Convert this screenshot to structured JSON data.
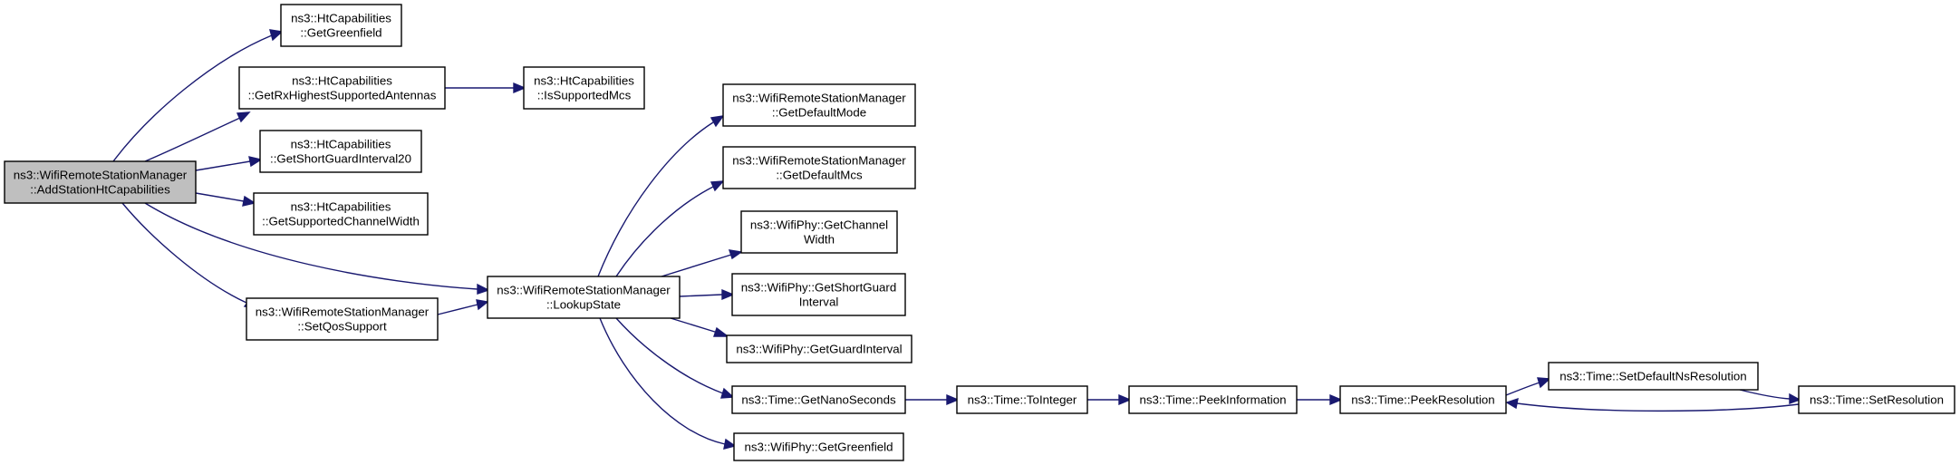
{
  "diagram": {
    "type": "call-graph",
    "nodes": [
      {
        "id": "n0",
        "lines": [
          "ns3::WifiRemoteStationManager",
          "::AddStationHtCapabilities"
        ],
        "highlighted": true
      },
      {
        "id": "n1",
        "lines": [
          "ns3::HtCapabilities",
          "::GetGreenfield"
        ]
      },
      {
        "id": "n2",
        "lines": [
          "ns3::HtCapabilities",
          "::GetRxHighestSupportedAntennas"
        ]
      },
      {
        "id": "n3",
        "lines": [
          "ns3::HtCapabilities",
          "::IsSupportedMcs"
        ]
      },
      {
        "id": "n4",
        "lines": [
          "ns3::HtCapabilities",
          "::GetShortGuardInterval20"
        ]
      },
      {
        "id": "n5",
        "lines": [
          "ns3::HtCapabilities",
          "::GetSupportedChannelWidth"
        ]
      },
      {
        "id": "n6",
        "lines": [
          "ns3::WifiRemoteStationManager",
          "::LookupState"
        ]
      },
      {
        "id": "n7",
        "lines": [
          "ns3::WifiRemoteStationManager",
          "::SetQosSupport"
        ]
      },
      {
        "id": "n8",
        "lines": [
          "ns3::WifiRemoteStationManager",
          "::GetDefaultMode"
        ]
      },
      {
        "id": "n9",
        "lines": [
          "ns3::WifiRemoteStationManager",
          "::GetDefaultMcs"
        ]
      },
      {
        "id": "n10",
        "lines": [
          "ns3::WifiPhy::GetChannel",
          "Width"
        ]
      },
      {
        "id": "n11",
        "lines": [
          "ns3::WifiPhy::GetShortGuard",
          "Interval"
        ]
      },
      {
        "id": "n12",
        "lines": [
          "ns3::WifiPhy::GetGuardInterval"
        ]
      },
      {
        "id": "n13",
        "lines": [
          "ns3::Time::GetNanoSeconds"
        ]
      },
      {
        "id": "n14",
        "lines": [
          "ns3::WifiPhy::GetGreenfield"
        ]
      },
      {
        "id": "n15",
        "lines": [
          "ns3::Time::ToInteger"
        ]
      },
      {
        "id": "n16",
        "lines": [
          "ns3::Time::PeekInformation"
        ]
      },
      {
        "id": "n17",
        "lines": [
          "ns3::Time::PeekResolution"
        ]
      },
      {
        "id": "n18",
        "lines": [
          "ns3::Time::SetDefaultNsResolution"
        ]
      },
      {
        "id": "n19",
        "lines": [
          "ns3::Time::SetResolution"
        ]
      }
    ],
    "edges": [
      {
        "from": "n0",
        "to": "n1"
      },
      {
        "from": "n0",
        "to": "n2"
      },
      {
        "from": "n0",
        "to": "n4"
      },
      {
        "from": "n0",
        "to": "n5"
      },
      {
        "from": "n0",
        "to": "n6"
      },
      {
        "from": "n0",
        "to": "n7"
      },
      {
        "from": "n2",
        "to": "n3"
      },
      {
        "from": "n7",
        "to": "n6"
      },
      {
        "from": "n6",
        "to": "n8"
      },
      {
        "from": "n6",
        "to": "n9"
      },
      {
        "from": "n6",
        "to": "n10"
      },
      {
        "from": "n6",
        "to": "n11"
      },
      {
        "from": "n6",
        "to": "n12"
      },
      {
        "from": "n6",
        "to": "n13"
      },
      {
        "from": "n6",
        "to": "n14"
      },
      {
        "from": "n13",
        "to": "n15"
      },
      {
        "from": "n15",
        "to": "n16"
      },
      {
        "from": "n16",
        "to": "n17"
      },
      {
        "from": "n17",
        "to": "n18"
      },
      {
        "from": "n18",
        "to": "n19"
      },
      {
        "from": "n19",
        "to": "n17"
      }
    ],
    "colors": {
      "edge": "#191970",
      "node_border": "#000000",
      "node_fill": "#ffffff",
      "highlight_fill": "#bfbfbf",
      "background": "#ffffff"
    }
  }
}
